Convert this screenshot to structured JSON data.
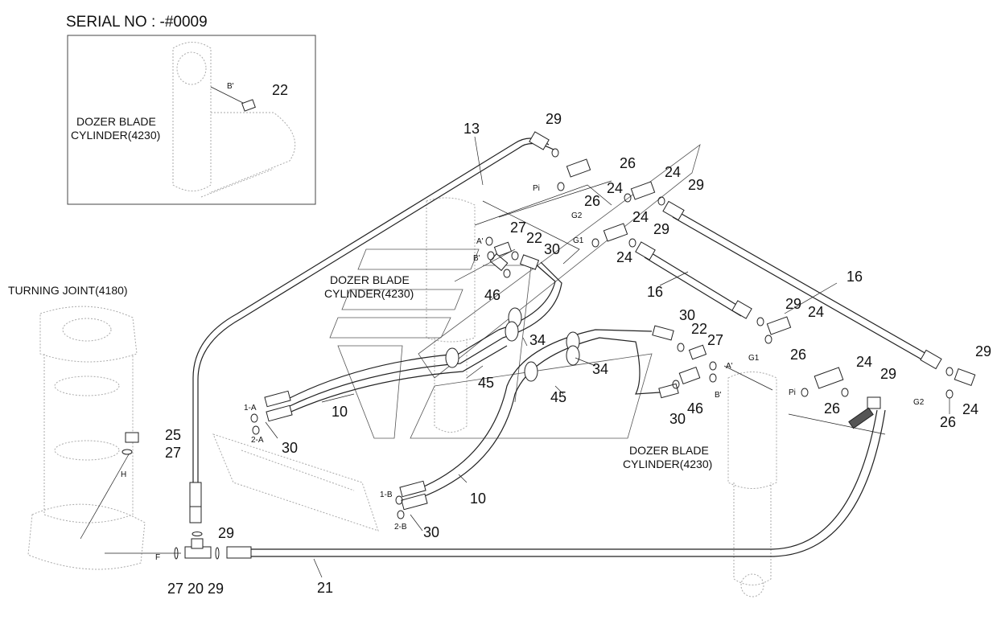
{
  "serial": "SERIAL NO : -#0009",
  "inset": {
    "label_line1": "DOZER BLADE",
    "label_line2": "CYLINDER(4230)",
    "port": "B'",
    "part": "22"
  },
  "components": {
    "turning_joint": "TURNING JOINT(4180)",
    "cyl_center_1": "DOZER BLADE",
    "cyl_center_2": "CYLINDER(4230)",
    "cyl_right_1": "DOZER BLADE",
    "cyl_right_2": "CYLINDER(4230)"
  },
  "ports": {
    "pi_top": "Pi",
    "g2_top": "G2",
    "g1_top": "G1",
    "a_top": "A'",
    "b_top": "B'",
    "a_right": "A'",
    "b_right": "B'",
    "g1_right": "G1",
    "pi_right": "Pi",
    "g2_right": "G2",
    "one_a": "1-A",
    "two_a": "2-A",
    "one_b": "1-B",
    "two_b": "2-B",
    "h": "H",
    "f": "F"
  },
  "parts": {
    "p13": "13",
    "p29a": "29",
    "p24a": "24",
    "p26a": "26",
    "p26b": "26",
    "p24b": "24",
    "p29b": "29",
    "p27a": "27",
    "p22a": "22",
    "p30a": "30",
    "p24c": "24",
    "p29c": "29",
    "p24d": "24",
    "p46a": "46",
    "p16a": "16",
    "p16b": "16",
    "p34a": "34",
    "p45a": "45",
    "p10a": "10",
    "p30b": "30",
    "p29d": "29",
    "p24e": "24",
    "p26c": "26",
    "p30c": "30",
    "p22b": "22",
    "p27b": "27",
    "p34b": "34",
    "p45b": "45",
    "p24f": "24",
    "p29e": "29",
    "p29f": "29",
    "p26d": "26",
    "p26e": "26",
    "p24g": "24",
    "p30d": "30",
    "p46b": "46",
    "p25": "25",
    "p27c": "27",
    "p10b": "10",
    "p30e": "30",
    "p29g": "29",
    "p27d": "27",
    "p20": "20",
    "p29h": "29",
    "p21": "21"
  }
}
